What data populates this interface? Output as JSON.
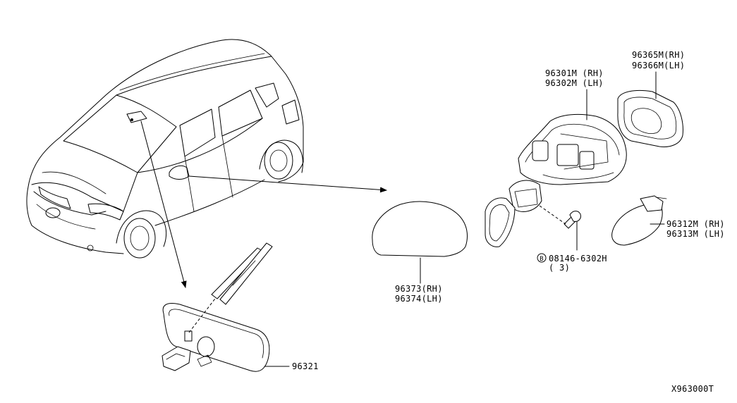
{
  "parts": {
    "p96365": "96365M(RH)",
    "p96366": "96366M(LH)",
    "p96301": "96301M (RH)",
    "p96302": "96302M (LH)",
    "p96312": "96312M (RH)",
    "p96313": "96313M (LH)",
    "bolt_marker": "B",
    "bolt": "08146-6302H",
    "bolt_qty": "( 3)",
    "p96373": "96373(RH)",
    "p96374": "96374(LH)",
    "p96321": "96321"
  },
  "diagram_id": "X963000T"
}
